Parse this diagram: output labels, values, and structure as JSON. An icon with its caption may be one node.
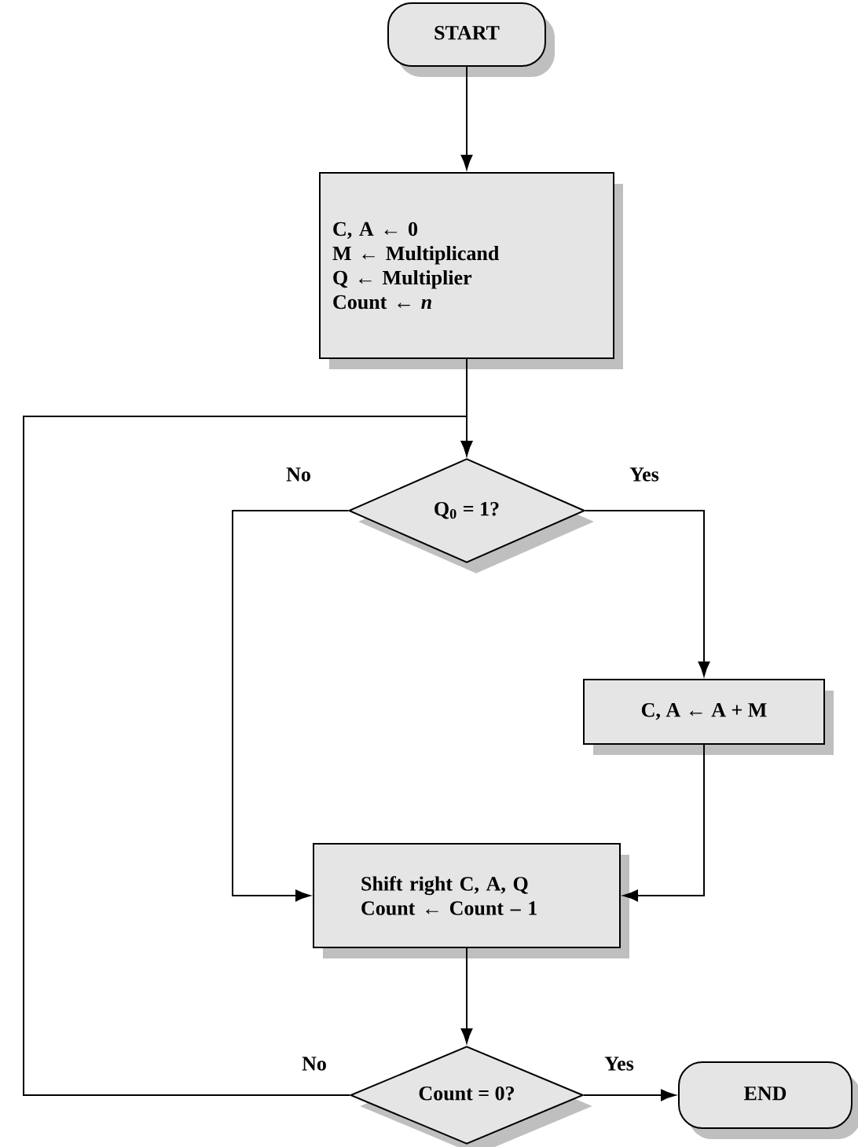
{
  "diagram": {
    "nodes": [
      {
        "text": [
          "START"
        ]
      },
      {
        "text": [
          "C, A ← 0",
          "M ← Multiplicand",
          "Q ← Multiplier",
          "Count ← *n*"
        ]
      },
      {
        "text": [
          "Q$_{0}$ = 1?"
        ]
      },
      {
        "text": [
          "C, A ← A + M"
        ]
      },
      {
        "text": [
          "Shift right C, A, Q",
          "Count ← Count – 1"
        ]
      },
      {
        "text": [
          "Count = 0?"
        ]
      },
      {
        "text": [
          "END"
        ]
      }
    ],
    "edges": [
      {
        "from": 0,
        "to": 1,
        "arrow": "to"
      },
      {
        "from": 1,
        "to": 2,
        "arrow": "to"
      },
      {
        "from": 2,
        "to": 3,
        "arrow": "to",
        "label": "Yes"
      },
      {
        "from": 2,
        "to": 4,
        "arrow": "to",
        "label": "No"
      },
      {
        "from": 3,
        "to": 4,
        "arrow": "to"
      },
      {
        "from": 4,
        "to": 5,
        "arrow": "to"
      },
      {
        "from": 5,
        "to": 6,
        "arrow": "to",
        "label": "Yes"
      },
      {
        "from": 5,
        "to": 2,
        "arrow": "to",
        "label": "No"
      }
    ]
  }
}
